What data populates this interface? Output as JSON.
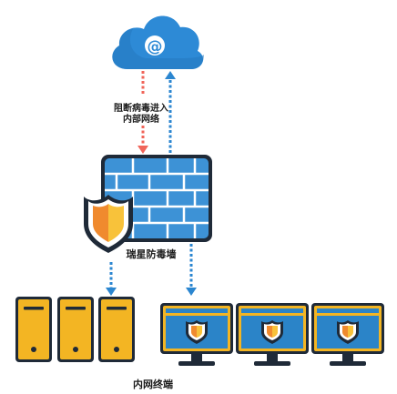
{
  "labels": {
    "block_line1": "阻断病毒进入",
    "block_line2": "内部网络",
    "firewall_name": "瑞星防毒墙",
    "intranet": "内网终端"
  },
  "icons": {
    "cloud": "cloud-internet-icon",
    "at": "at-sign-icon",
    "firewall": "brick-wall-icon",
    "shield": "shield-icon",
    "server": "server-tower-icon",
    "monitor": "monitor-icon"
  },
  "colors": {
    "cloud": "#2d8ad6",
    "wall": "#3d92d6",
    "blocked_arrow": "#f0655a",
    "allowed_arrow": "#2b86d0",
    "server": "#f3b523",
    "monitor_body": "#f3b523",
    "monitor_screen": "#2b84c8",
    "monitor_stand": "#1f2a38",
    "shield_orange": "#f08a2e",
    "shield_yellow": "#f8c23a"
  }
}
